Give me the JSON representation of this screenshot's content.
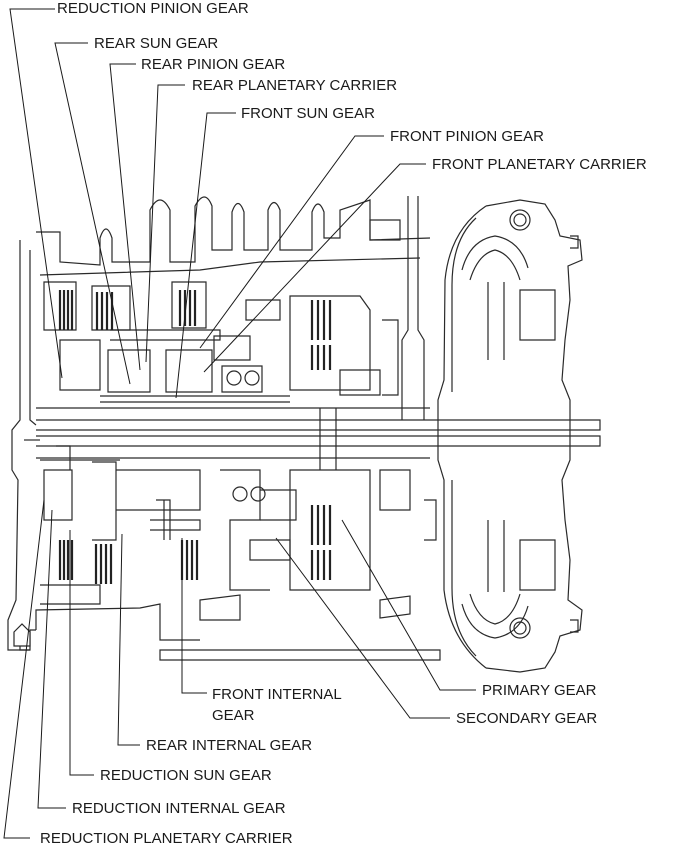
{
  "diagram": {
    "type": "cross-section",
    "subject": "automatic transaxle planetary gear unit",
    "line_color": "#1a1a1a",
    "background": "#ffffff"
  },
  "labels": {
    "reduction_pinion_gear": "REDUCTION PINION GEAR",
    "rear_sun_gear": "REAR SUN GEAR",
    "rear_pinion_gear": "REAR PINION GEAR",
    "rear_planetary_carrier": "REAR PLANETARY CARRIER",
    "front_sun_gear": "FRONT SUN GEAR",
    "front_pinion_gear": "FRONT PINION GEAR",
    "front_planetary_carrier": "FRONT PLANETARY CARRIER",
    "front_internal_gear_line1": "FRONT INTERNAL",
    "front_internal_gear_line2": "GEAR",
    "primary_gear": "PRIMARY GEAR",
    "secondary_gear": "SECONDARY GEAR",
    "rear_internal_gear": "REAR INTERNAL GEAR",
    "reduction_sun_gear": "REDUCTION SUN GEAR",
    "reduction_internal_gear": "REDUCTION INTERNAL GEAR",
    "reduction_planetary_carrier": "REDUCTION PLANETARY CARRIER"
  }
}
